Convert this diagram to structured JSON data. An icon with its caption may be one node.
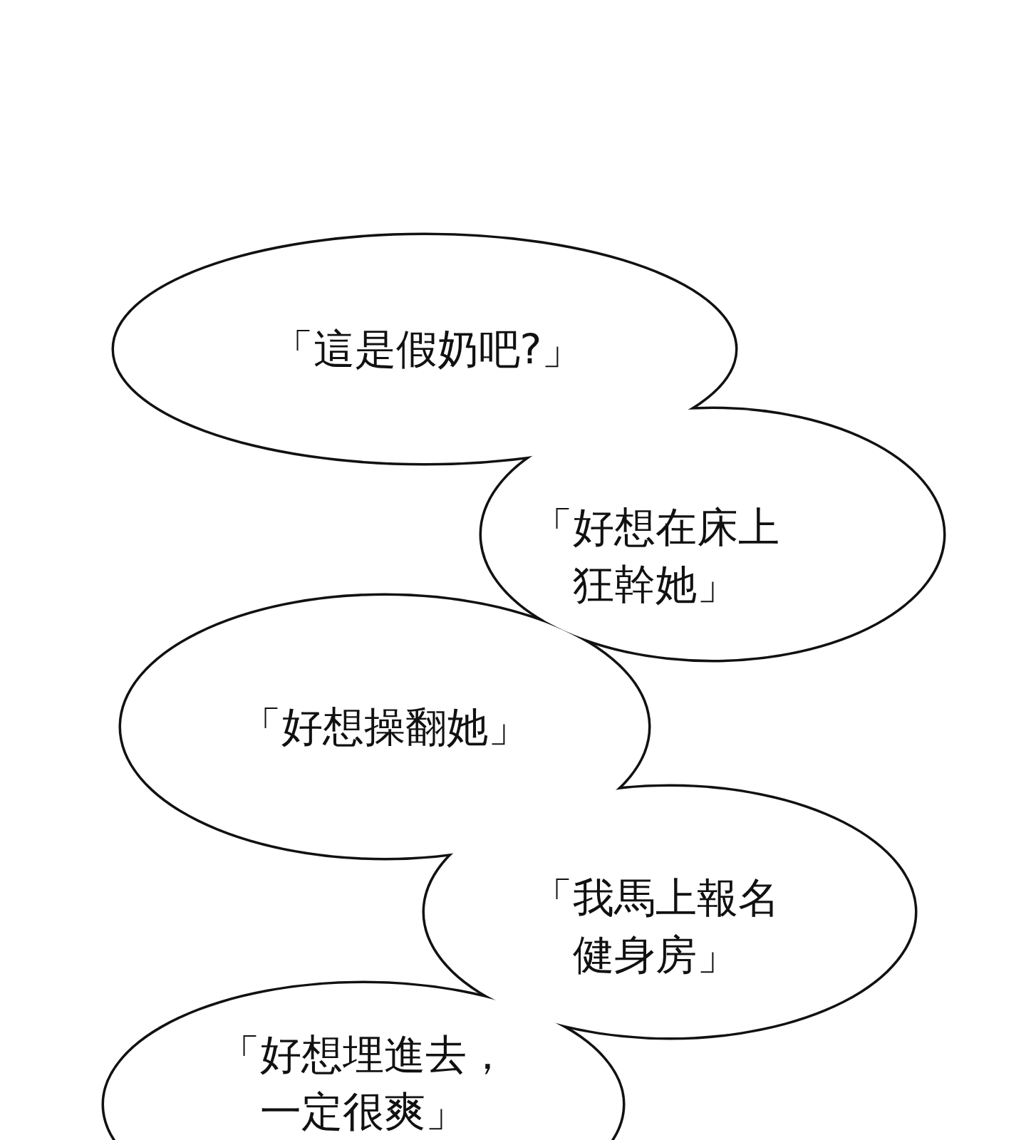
{
  "diagram": {
    "nodes": [
      {
        "text": [
          "「這是假奶吧?」",
          "「好想在床上狂幹她」",
          "「好想操翻她」",
          "「我馬上報名健身房」",
          "「好想埋進去，一定很爽」"
        ]
      }
    ]
  }
}
